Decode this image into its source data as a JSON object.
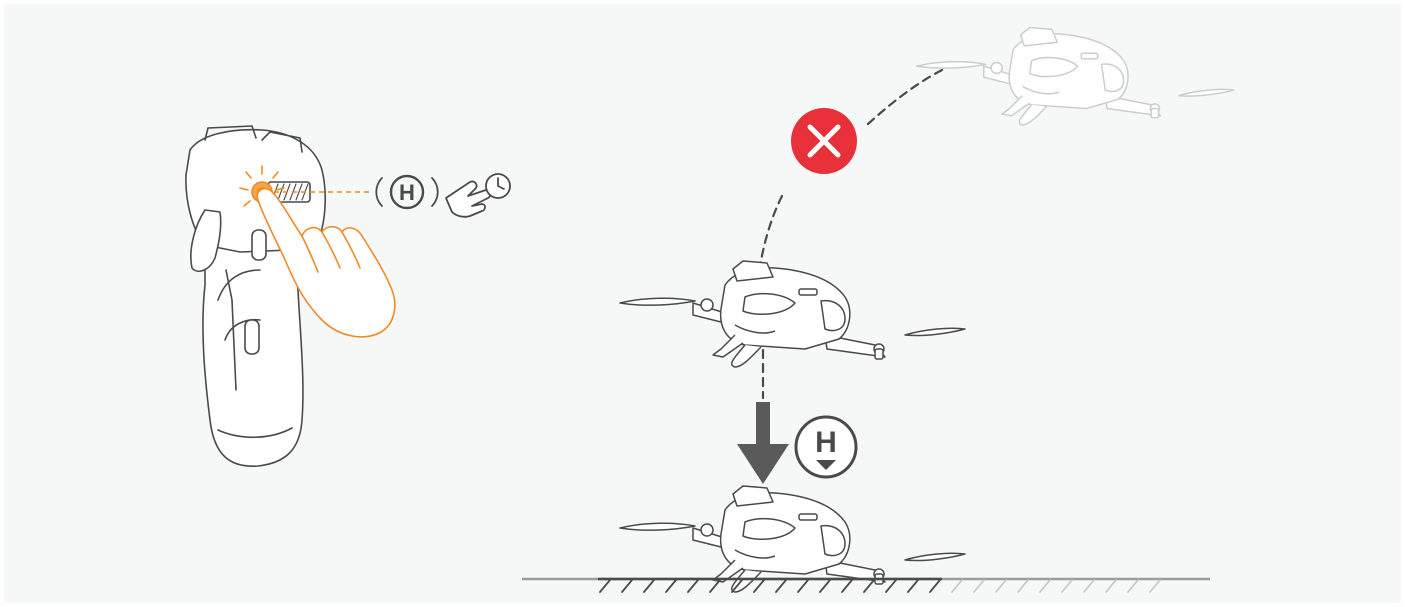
{
  "icons": {
    "rth_button_letter": "H",
    "rth_landing_letter": "H",
    "cancel_mark": "cross"
  },
  "colors": {
    "background": "#f6f7f7",
    "line_art": "#4a4a4a",
    "accent_orange": "#f08a24",
    "error_red": "#e8303a",
    "arrow_gray": "#5a5a5a"
  }
}
